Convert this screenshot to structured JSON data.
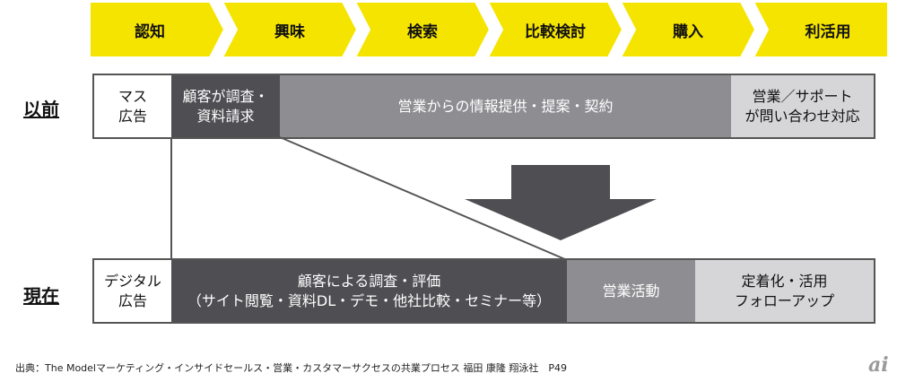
{
  "stages": [
    "認知",
    "興味",
    "検索",
    "比較検討",
    "購入",
    "利活用"
  ],
  "colors": {
    "stage": "#f5e400",
    "dark": "#4f4f53",
    "mid": "#8e8e92",
    "light": "#d6d6d8",
    "border": "#555555"
  },
  "before": {
    "label": "以前",
    "boxes": [
      {
        "text": "マス\n広告",
        "style": "white"
      },
      {
        "text": "顧客が調査・\n資料請求",
        "style": "dark"
      },
      {
        "text": "営業からの情報提供・提案・契約",
        "style": "mid"
      },
      {
        "text": "営業／サポート\nが問い合わせ対応",
        "style": "light"
      }
    ]
  },
  "now": {
    "label": "現在",
    "boxes": [
      {
        "text": "デジタル\n広告",
        "style": "white"
      },
      {
        "text": "顧客による調査・評価\n（サイト閲覧・資料DL・デモ・他社比較・セミナー等）",
        "style": "dark"
      },
      {
        "text": "営業活動",
        "style": "mid"
      },
      {
        "text": "定着化・活用\nフォローアップ",
        "style": "light"
      }
    ]
  },
  "source": "出典：The Modelマーケティング・インサイドセールス・営業・カスタマーサクセスの共業プロセス 福田 康隆 翔泳社　P49",
  "logo": "ai"
}
